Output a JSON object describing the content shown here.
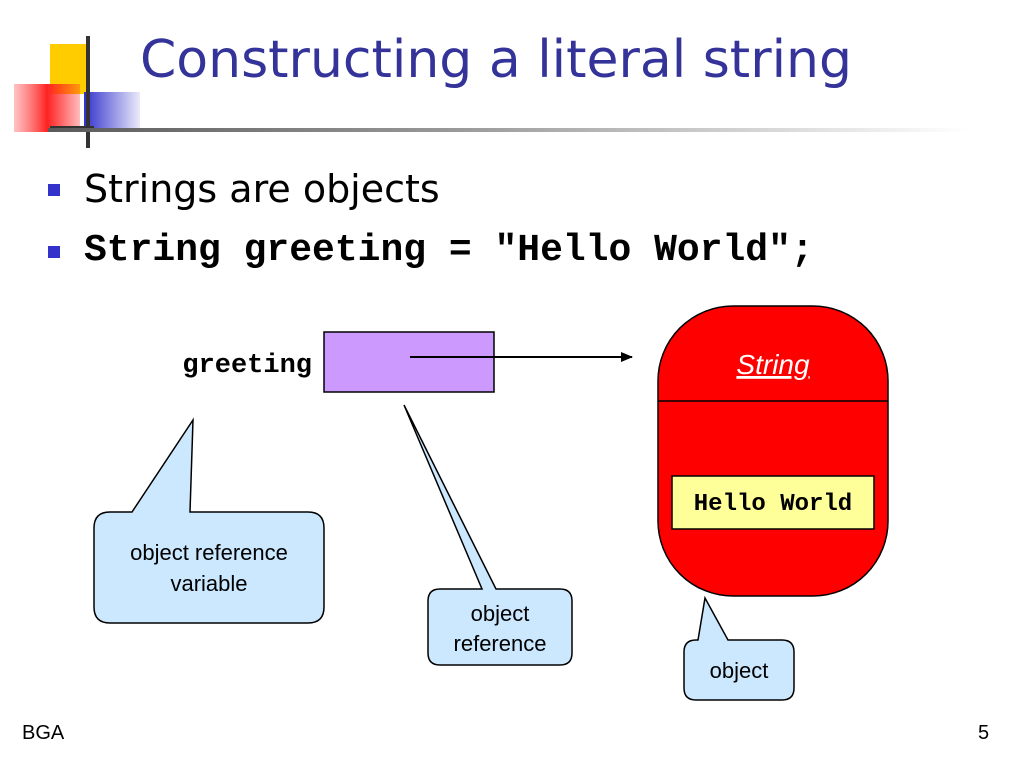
{
  "slide": {
    "title": "Constructing a literal string",
    "bullets": [
      "Strings are objects",
      "String greeting = \"Hello World\";"
    ],
    "footer_left": "BGA",
    "page_number": "5"
  },
  "diagram": {
    "variable_name": "greeting",
    "class_name": "String",
    "string_value": "Hello World",
    "callouts": [
      {
        "line1": "object reference",
        "line2": "variable"
      },
      {
        "line1": "object",
        "line2": "reference"
      },
      {
        "line1": "object"
      }
    ]
  },
  "colors": {
    "title": "#333399",
    "bullet": "#3333cc",
    "variable_box": "#cc99ff",
    "object_fill": "#ff0000",
    "value_box": "#ffff99",
    "callout_fill": "#cce8ff"
  }
}
